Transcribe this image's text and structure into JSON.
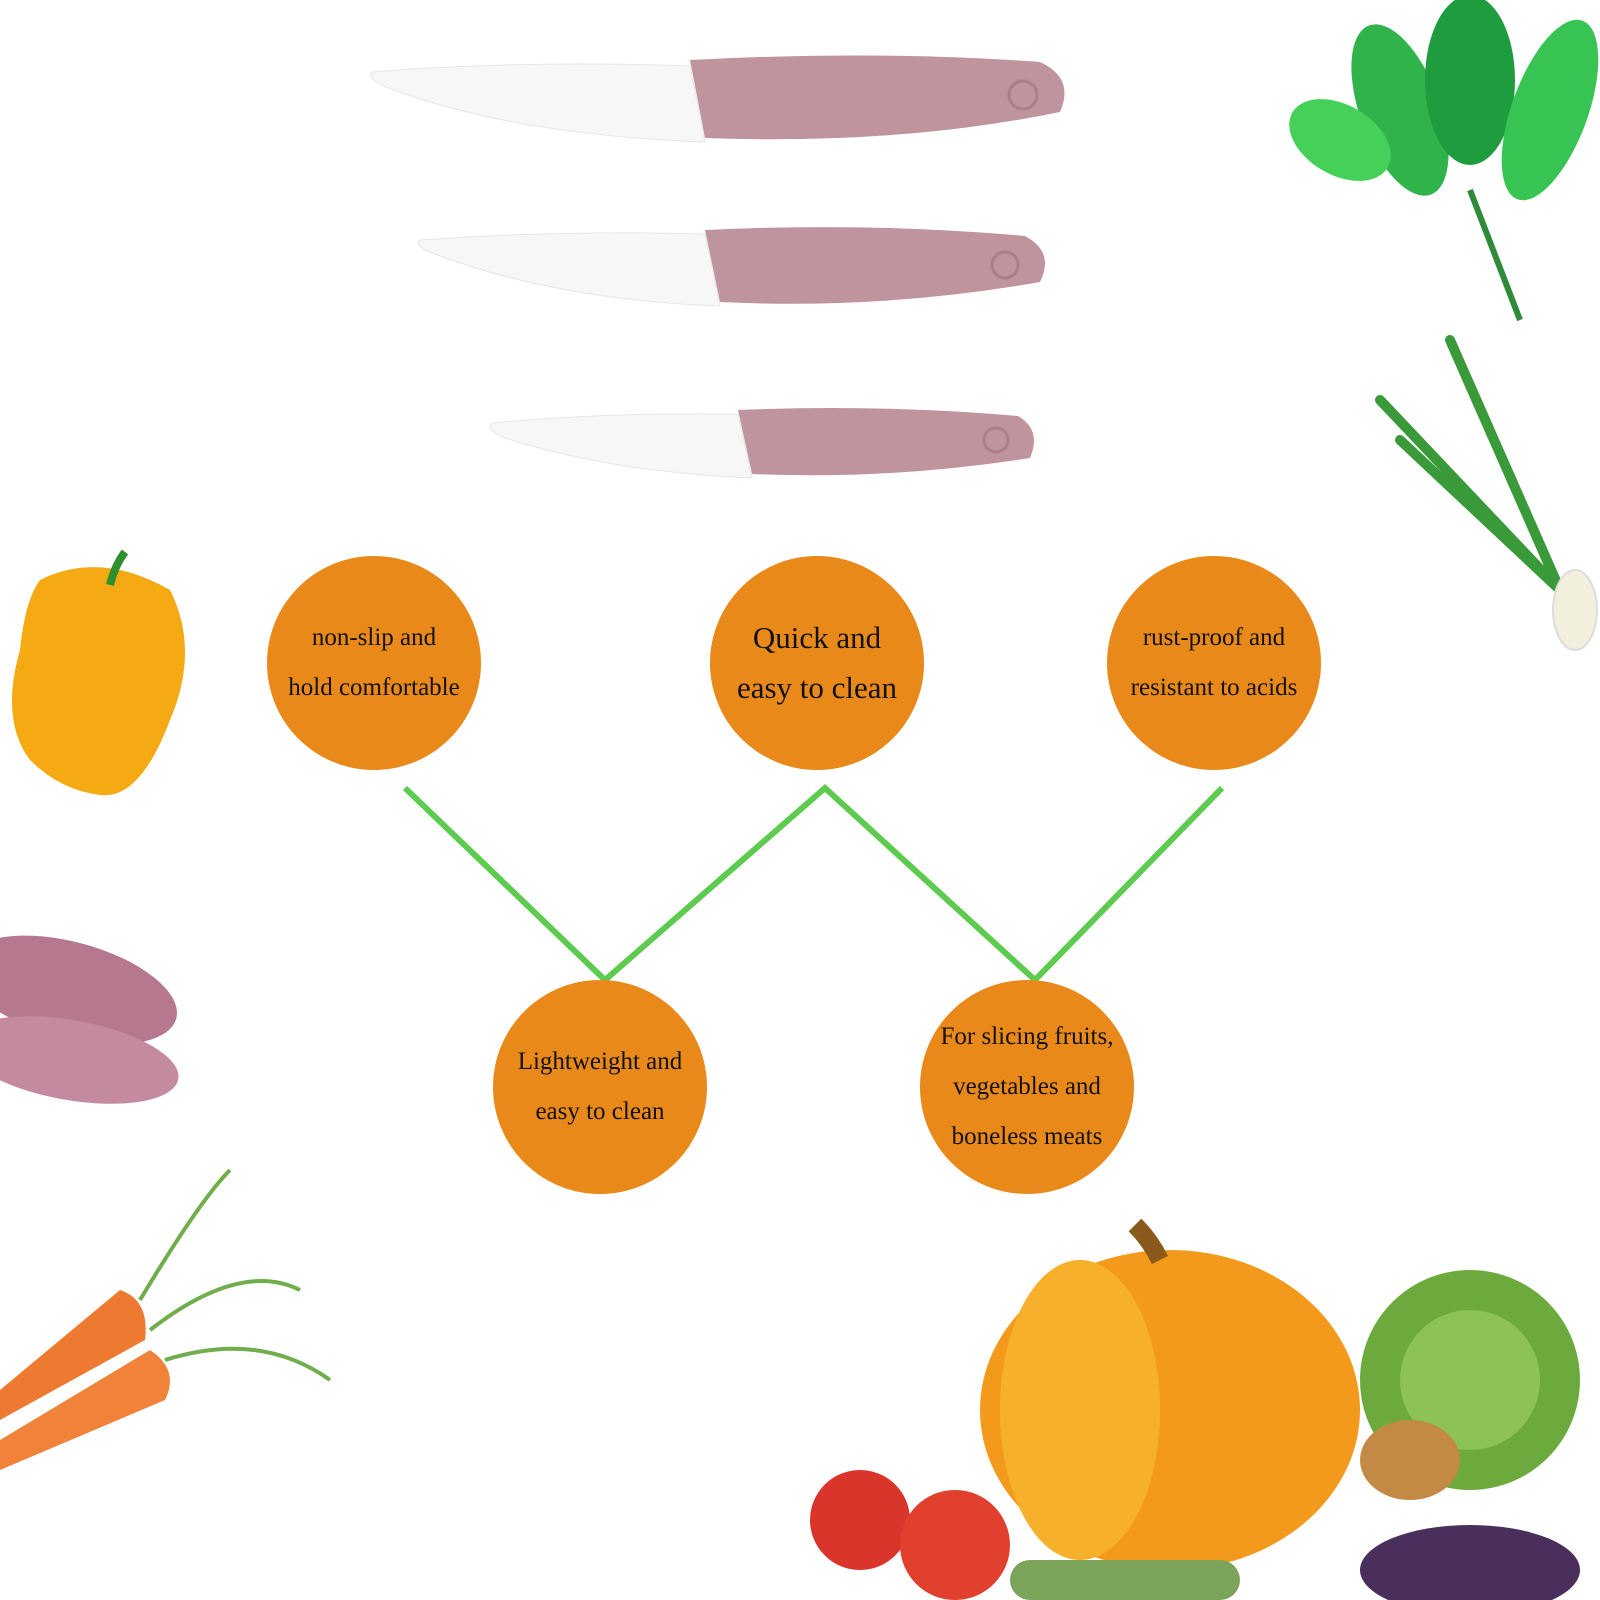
{
  "colors": {
    "circle": "#E8891A",
    "line": "#5DCB4F",
    "handle": "#BF949E",
    "blade": "#F7F7F7"
  },
  "features": [
    {
      "lines": [
        "non-slip and",
        "hold comfortable"
      ]
    },
    {
      "lines": [
        "Quick and",
        "easy to clean"
      ]
    },
    {
      "lines": [
        "rust-proof and",
        "resistant to acids"
      ]
    },
    {
      "lines": [
        "Lightweight and",
        "easy to clean"
      ]
    },
    {
      "lines": [
        "For slicing fruits,",
        "vegetables and",
        "boneless meats"
      ]
    }
  ]
}
